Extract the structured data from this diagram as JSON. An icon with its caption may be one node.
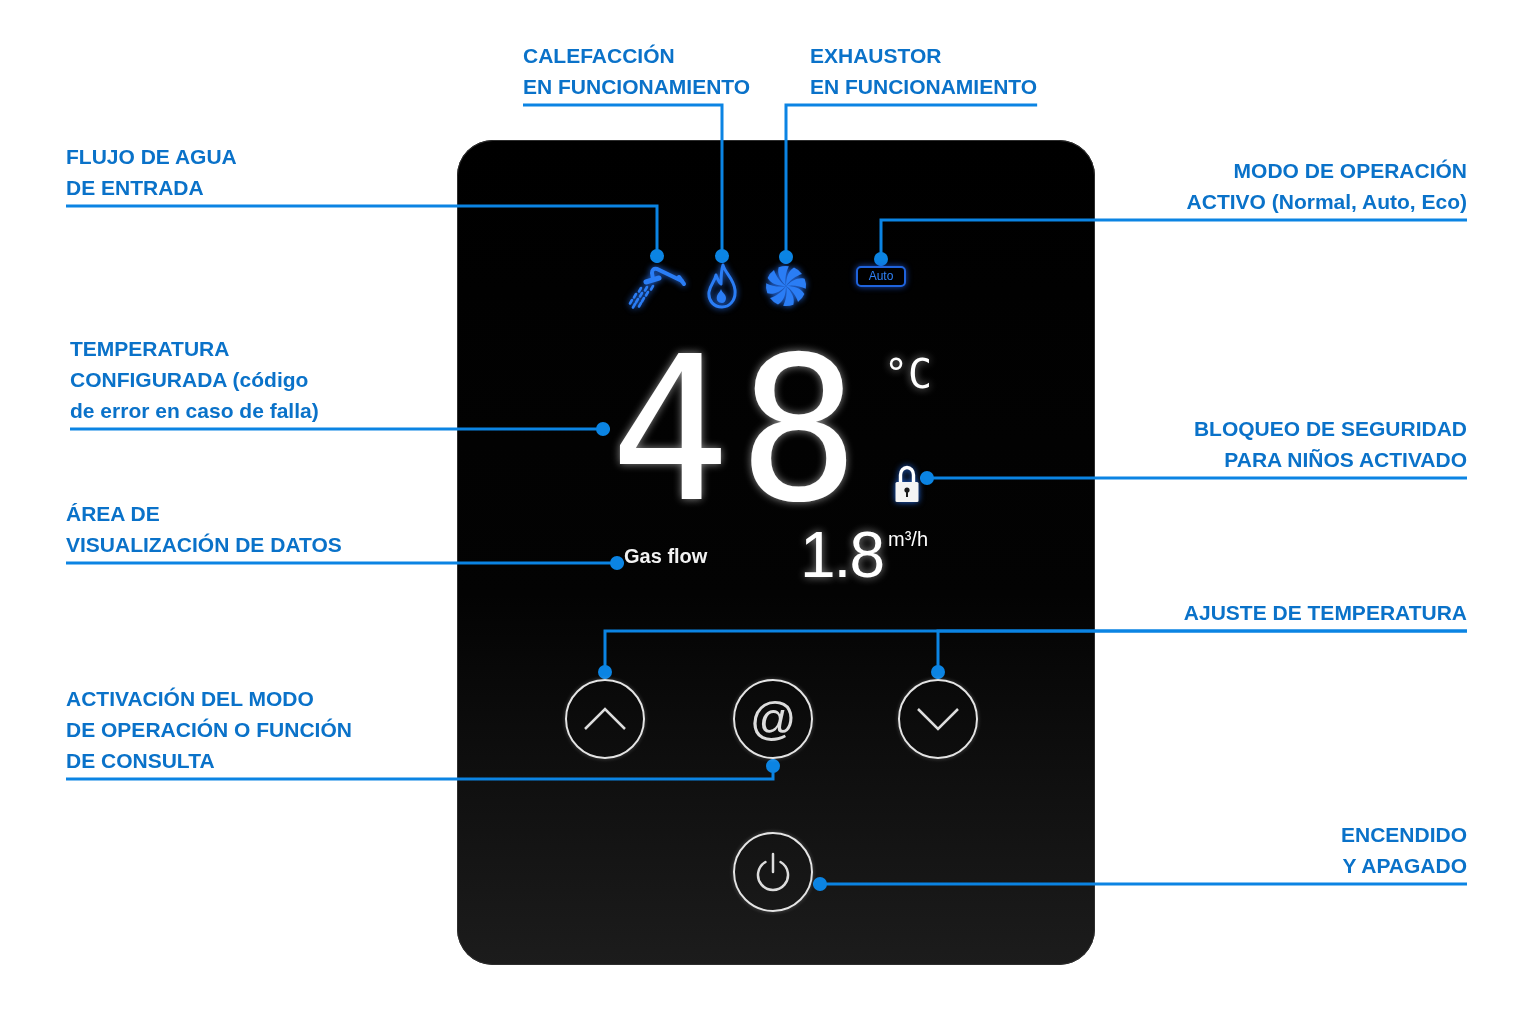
{
  "diagram": {
    "nodes": [
      {
        "text": [
          "CALEFACCIÓN EN FUNCIONAMIENTO"
        ]
      },
      {
        "text": [
          "EXHAUSTOR EN FUNCIONAMIENTO"
        ]
      },
      {
        "text": [
          "FLUJO DE AGUA DE ENTRADA"
        ]
      },
      {
        "text": [
          "MODO DE OPERACIÓN ACTIVO (Normal, Auto, Eco)"
        ]
      },
      {
        "text": [],
        "shape": "box"
      },
      {
        "text": [],
        "shape": "picture",
        "in": 4
      },
      {
        "text": [],
        "shape": "picture",
        "in": 4
      },
      {
        "text": [],
        "shape": "picture",
        "in": 4
      },
      {
        "text": [
          "Auto"
        ],
        "in": 4
      },
      {
        "text": [
          "TEMPERATURA CONFIGURADA (código de error en caso de falla)"
        ]
      },
      {
        "text": [
          "48"
        ],
        "in": 4
      },
      {
        "text": [
          "BLOQUEO DE SEGURIDAD PARA NIÑOS ACTIVADO"
        ]
      },
      {
        "text": [],
        "shape": "picture",
        "in": 4
      },
      {
        "text": [
          "ÁREA DE VISUALIZACIÓN DE DATOS"
        ]
      },
      {
        "text": [
          "Gas flow"
        ],
        "in": 4
      },
      {
        "text": [
          "AJUSTE DE TEMPERATURA"
        ]
      },
      {
        "text": [
          "ACTIVACIÓN DEL MODO DE OPERACIÓN O FUNCIÓN DE CONSULTA"
        ]
      },
      {
        "text": [],
        "shape": "circle",
        "in": 4
      },
      {
        "text": [
          "@"
        ],
        "in": 4
      },
      {
        "text": [],
        "shape": "circle",
        "in": 4
      },
      {
        "text": [
          "ENCENDIDO Y APAGADO"
        ]
      },
      {
        "text": [],
        "shape": "circle",
        "in": 4
      }
    ],
    "edges": [
      {
        "from": 2,
        "to": 5,
        "arrow": "other"
      },
      {
        "from": 0,
        "to": 6,
        "arrow": "other"
      },
      {
        "from": 1,
        "to": 7,
        "arrow": "other"
      },
      {
        "from": 3,
        "to": 8,
        "arrow": "other"
      },
      {
        "from": 9,
        "to": 10,
        "arrow": "other"
      },
      {
        "from": 11,
        "to": 12,
        "arrow": "other"
      },
      {
        "from": 13,
        "to": 14,
        "arrow": "other"
      },
      {
        "from": 15,
        "to": 17,
        "arrow": "other"
      },
      {
        "from": 15,
        "to": 19,
        "arrow": "other"
      },
      {
        "from": 16,
        "to": 18,
        "arrow": "other"
      },
      {
        "from": 20,
        "to": 21,
        "arrow": "other"
      }
    ],
    "labels": [
      "°C",
      "1.8",
      "m³/h"
    ]
  }
}
